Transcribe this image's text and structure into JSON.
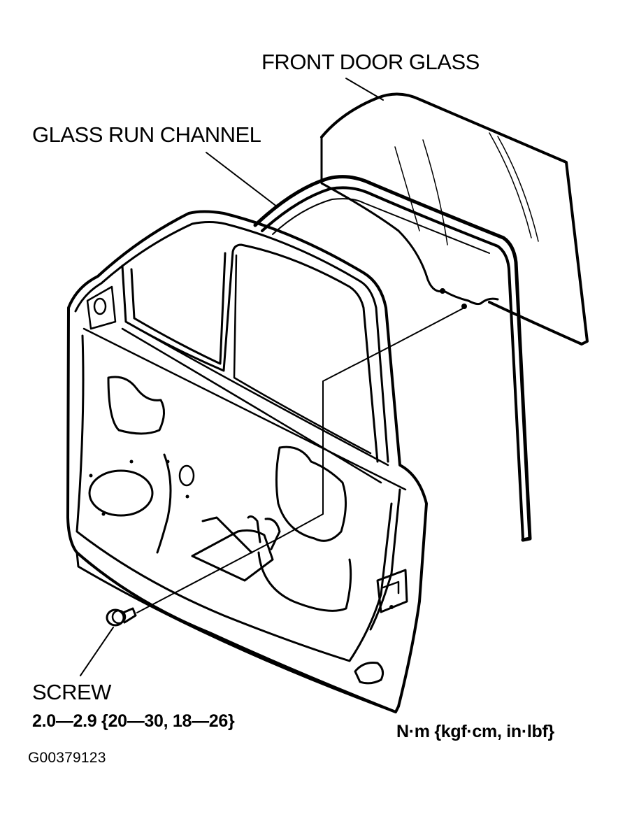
{
  "labels": {
    "front_door_glass": "FRONT DOOR GLASS",
    "glass_run_channel": "GLASS RUN CHANNEL",
    "screw": "SCREW",
    "screw_torque": "2.0—2.9 {20—30, 18—26}",
    "torque_units": "N·m {kgf·cm, in·lbf}"
  },
  "figure_id": "G00379123",
  "colors": {
    "ink": "#000000",
    "background": "#ffffff"
  }
}
